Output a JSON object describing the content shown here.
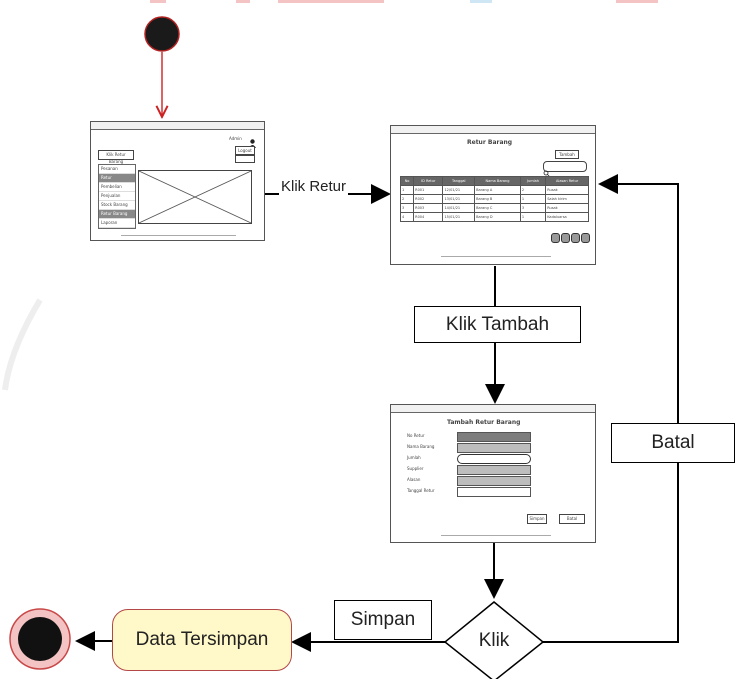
{
  "edges": {
    "klik_retur": "Klik Retur",
    "klik_tambah": "Klik Tambah",
    "batal": "Batal",
    "simpan": "Simpan"
  },
  "nodes": {
    "decision": "Klik",
    "data_tersimpan": "Data Tersimpan"
  },
  "screens": {
    "dashboard": {
      "menu_title": "Klik Retur Barang",
      "menu_items": [
        "Pesanan",
        "Retur",
        "Pembelian",
        "Penjualan",
        "Stock Barang",
        "Retur Barang",
        "Laporan"
      ],
      "user_button": "Logout"
    },
    "retur_list": {
      "heading": "Retur Barang",
      "add_button": "Tambah",
      "columns": [
        "No",
        "ID Retur",
        "Tanggal",
        "Nama Barang",
        "Jumlah",
        "Alasan Retur"
      ],
      "rows": [
        [
          "1",
          "R001",
          "12/01/21",
          "Barang A",
          "2",
          "Rusak"
        ],
        [
          "2",
          "R002",
          "13/01/21",
          "Barang B",
          "1",
          "Salah kirim"
        ],
        [
          "3",
          "R003",
          "14/01/21",
          "Barang C",
          "3",
          "Rusak"
        ],
        [
          "4",
          "R004",
          "15/01/21",
          "Barang D",
          "1",
          "Kadaluarsa"
        ]
      ]
    },
    "tambah_retur": {
      "heading": "Tambah Retur Barang",
      "fields": [
        "No Retur",
        "Nama Barang",
        "Jumlah",
        "Supplier",
        "Alasan",
        "Tanggal Retur"
      ],
      "save_button": "Simpan",
      "cancel_button": "Batal"
    }
  },
  "colors": {
    "start_fill": "#1a1a1a",
    "start_border": "#b22222",
    "red_arrow": "#cc2222",
    "action_fill": "#fff8c8",
    "action_border": "#b44848"
  }
}
